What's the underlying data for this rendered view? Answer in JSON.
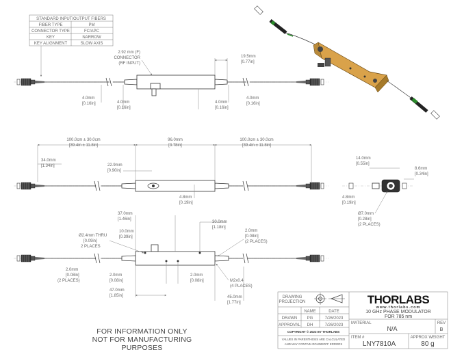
{
  "spec_table": {
    "title": "STANDARD INPUT/OUTPUT FIBERS",
    "rows": [
      [
        "FIBER TYPE",
        "PM"
      ],
      [
        "CONNECTOR TYPE",
        "FC/APC"
      ],
      [
        "KEY",
        "NARROW"
      ],
      [
        "KEY ALIGNMENT",
        "SLOW AXIS"
      ]
    ]
  },
  "top_view": {
    "connector_label": [
      "2.92 mm (F)",
      "CONNECTOR",
      "(RF INPUT)"
    ],
    "dim_19_5": [
      "19.5mm",
      "[0.77in]"
    ],
    "dim_4_0": [
      "4.0mm",
      "[0.16in]"
    ]
  },
  "side_view": {
    "fiber_len": [
      "100.0cm ± 30.0cm",
      "[39.4in ± 11.8in]"
    ],
    "body_len": [
      "96.0mm",
      "[3.78in]"
    ],
    "dim_34_0": [
      "34.0mm",
      "[1.34in]"
    ],
    "dim_22_9": [
      "22.9mm",
      "[0.90in]"
    ],
    "dim_4_8": [
      "4.8mm",
      "[0.19in]"
    ]
  },
  "end_view": {
    "dim_14_0": [
      "14.0mm",
      "[0.55in]"
    ],
    "dim_8_6": [
      "8.6mm",
      "[0.34in]"
    ],
    "dim_4_8": [
      "4.8mm",
      "[0.19in]"
    ],
    "dim_7_0": [
      "Ø7.0mm",
      "[0.28in]",
      "(2 PLACES)"
    ]
  },
  "bottom_view": {
    "dim_37_0": [
      "37.0mm",
      "[1.46in]"
    ],
    "dim_30_0": [
      "30.0mm",
      "[1.18in]"
    ],
    "dim_10_0": [
      "10.0mm",
      "[0.39in]"
    ],
    "thru": [
      "Ø2.4mm THRU",
      "[0.09in]",
      "2 PLACES"
    ],
    "dim_2_0_right": [
      "2.0mm",
      "[0.08in]",
      "(2 PLACES)"
    ],
    "dim_2_0_left": [
      "2.0mm",
      "[0.08in]",
      "(2 PLACES)"
    ],
    "dim_2_0_a": [
      "2.0mm",
      "[0.08in]"
    ],
    "dim_2_0_b": [
      "2.0mm",
      "[0.08in]"
    ],
    "dim_47_0": [
      "47.0mm",
      "[1.85in]"
    ],
    "thread": [
      "M2x0.4",
      "(4 PLACES)"
    ],
    "dim_45_0": [
      "45.0mm",
      "[1.77in]"
    ]
  },
  "title_block": {
    "drawing_projection": [
      "DRAWING",
      "PROJECTION"
    ],
    "logo": "THORLABS",
    "website": "www.thorlabs.com",
    "description": [
      "10 GHz PHASE MODULATOR",
      "FOR 785 nm"
    ],
    "name_header": "NAME",
    "date_header": "DATE",
    "drawn_label": "DRAWN",
    "drawn_name": "PG",
    "drawn_date": "7/26/2023",
    "approval_label": "APPROVAL",
    "approval_name": "DH",
    "approval_date": "7/26/2023",
    "copyright": "COPYRIGHT © 2023 BY THORLABS",
    "note": [
      "VALUES IN PARENTHESIS ARE CALCULATED",
      "AND MAY CONTAIN ROUNDOFF ERRORS"
    ],
    "material_label": "MATERIAL",
    "material_value": "N/A",
    "rev_label": "REV",
    "rev_value": "B",
    "item_label": "ITEM #",
    "item_value": "LNY7810A",
    "weight_label": "APPROX WEIGHT",
    "weight_value": "80 g"
  },
  "footer": {
    "line1": "FOR INFORMATION ONLY",
    "line2": "NOT FOR MANUFACTURING PURPOSES"
  }
}
